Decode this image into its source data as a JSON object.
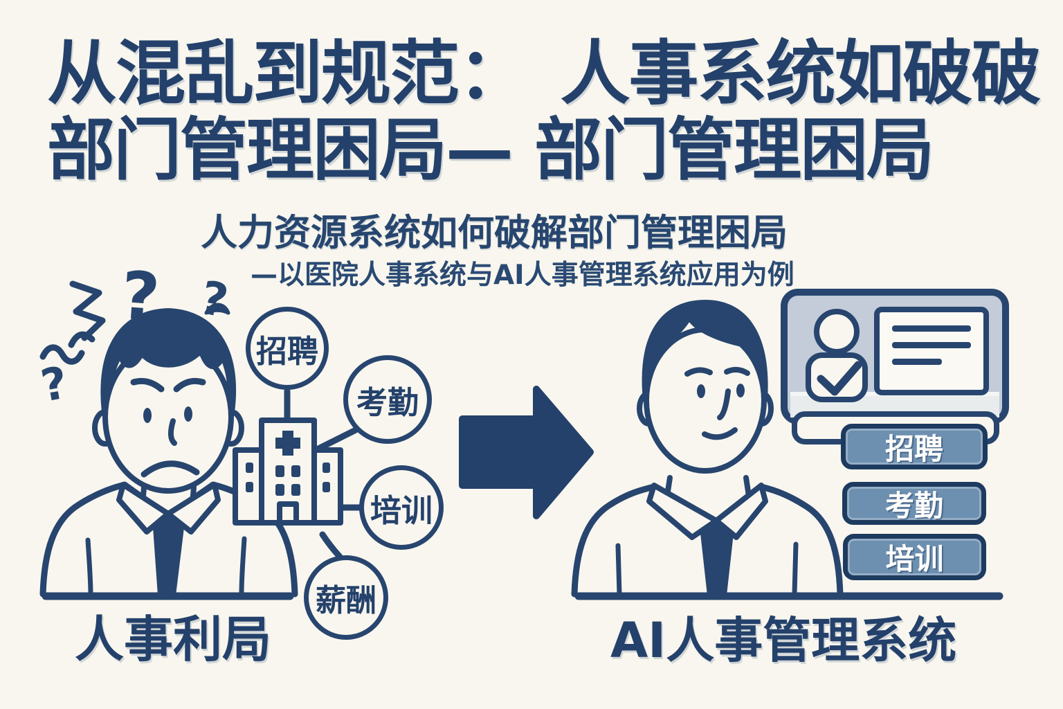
{
  "title": {
    "line1": "从混乱到规范：　人事系统如破破",
    "line2": "部门管理困局— 部门管理困局"
  },
  "subtitle": "人力资源系统如何破解部门管理困局",
  "subtitle2": "—以医院人事系统与AI人事管理系统应用为例",
  "left_scene": {
    "caption": "人事利局",
    "bubbles": [
      "招聘",
      "考勤",
      "培训",
      "薪酬"
    ],
    "question_marks": [
      "?",
      "?",
      "?"
    ]
  },
  "right_scene": {
    "caption": "AI人事管理系统",
    "buttons": [
      "招聘",
      "考勤",
      "培训"
    ]
  },
  "colors": {
    "background": "#f8f6ee",
    "ink_navy": "#24416b",
    "button_fill": "#6d8fb0",
    "screen_fill": "#c3ccd8",
    "monitor_chin": "#e8eced",
    "card_fill": "#fbf9f3"
  }
}
